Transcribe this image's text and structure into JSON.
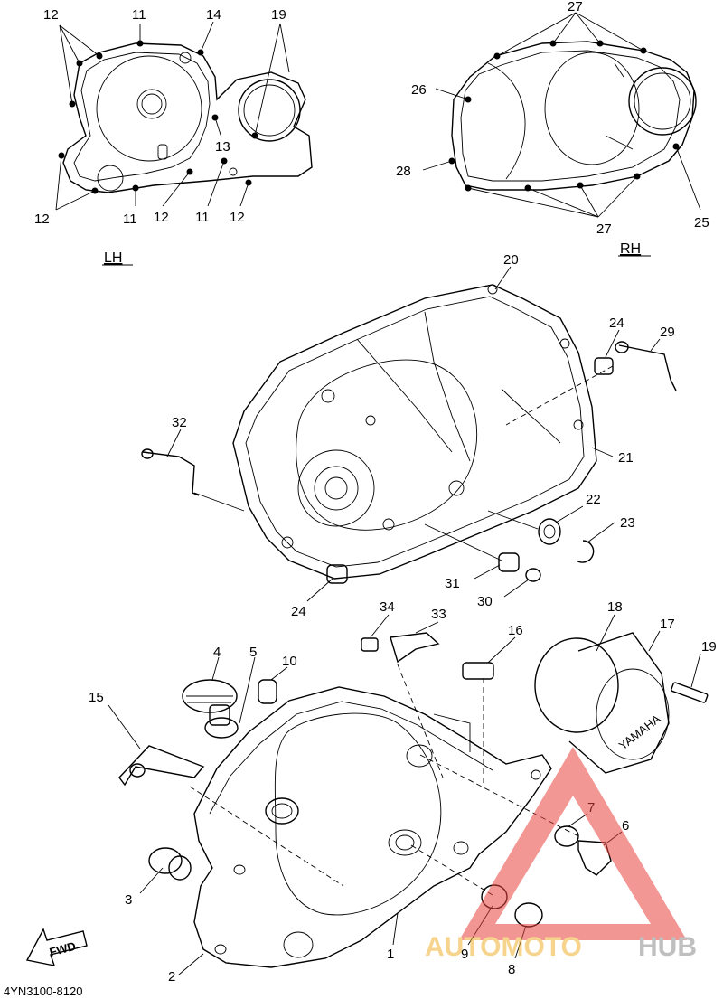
{
  "diagram": {
    "code": "4YN3100-8120",
    "side_labels": {
      "lh": "LH",
      "rh": "RH"
    },
    "fwd_label": "FWD",
    "cover_brand": "YAMAHA",
    "callouts": {
      "c12a": "12",
      "c11a": "11",
      "c14": "14",
      "c19a": "19",
      "c13": "13",
      "c12b": "12",
      "c11b": "11",
      "c12c": "12",
      "c11c": "11",
      "c12d": "12",
      "c27a": "27",
      "c26": "26",
      "c28": "28",
      "c27b": "27",
      "c25": "25",
      "c20": "20",
      "c24a": "24",
      "c29": "29",
      "c32": "32",
      "c21": "21",
      "c22": "22",
      "c23": "23",
      "c24b": "24",
      "c31": "31",
      "c30": "30",
      "c34": "34",
      "c33": "33",
      "c16": "16",
      "c18": "18",
      "c17": "17",
      "c19b": "19",
      "c4": "4",
      "c5": "5",
      "c10": "10",
      "c15": "15",
      "c7": "7",
      "c6": "6",
      "c3": "3",
      "c1": "1",
      "c9": "9",
      "c8": "8",
      "c2": "2"
    }
  },
  "watermark": {
    "part1": "AUTOMOTO",
    "part2": "HUB",
    "colors": {
      "accent": "#e8413c",
      "gold": "#f2b233",
      "gray": "#8c8c8c"
    }
  }
}
